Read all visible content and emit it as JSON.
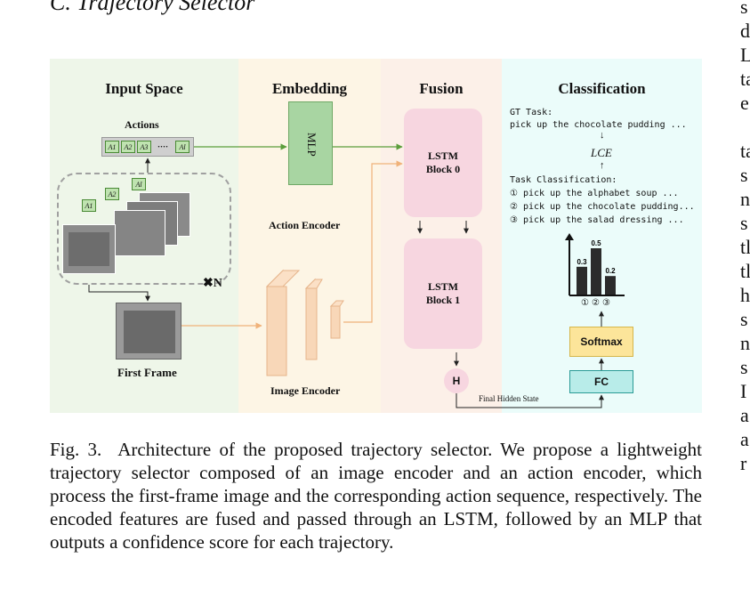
{
  "section_heading": "C.  Trajectory Selector",
  "right_column_fragments": [
    "s",
    "d",
    "L",
    "ta",
    "e",
    "",
    "ta",
    "s",
    "n",
    "s",
    "tl",
    "tl",
    "h",
    "s",
    "n",
    "s",
    "I",
    "a",
    "a",
    "r"
  ],
  "figure": {
    "panels": {
      "input": "Input Space",
      "embedding": "Embedding",
      "fusion": "Fusion",
      "classification": "Classification"
    },
    "actions_label": "Actions",
    "action_tokens": [
      "A1",
      "A2",
      "A3",
      "····",
      "Al"
    ],
    "stack_tokens": [
      "A1",
      "A2",
      "Al"
    ],
    "repeat_label": "✖N",
    "first_frame_label": "First Frame",
    "mlp_label": "MLP",
    "action_encoder_label": "Action Encoder",
    "image_encoder_label": "Image Encoder",
    "lstm0_label": "LSTM\nBlock 0",
    "lstm1_label": "LSTM\nBlock 1",
    "hidden_label": "H",
    "final_hidden_label": "Final Hidden State",
    "gt_task_label": "GT Task:",
    "gt_task_text": "pick up the chocolate pudding ...",
    "loss_label": "LCE",
    "task_classification_label": "Task Classification:",
    "task_options": [
      "① pick up the alphabet soup ...",
      "② pick up the chocolate pudding...",
      "③ pick up the salad dressing ..."
    ],
    "softmax_label": "Softmax",
    "fc_label": "FC",
    "bar_chart": {
      "values": [
        0.3,
        0.5,
        0.2
      ],
      "value_labels": [
        "0.3",
        "0.5",
        "0.2"
      ],
      "category_labels": [
        "①",
        "②",
        "③"
      ]
    },
    "colors": {
      "mlp": "#a8d5a2",
      "lstm": "#f7d6e0",
      "softmax": "#fce59a",
      "fc": "#b8ece9",
      "encoder": "#f8d7b8",
      "arrow_green": "#5c9e3c",
      "arrow_orange": "#f0b27a"
    }
  },
  "caption": {
    "label": "Fig. 3.",
    "text": "Architecture of the proposed trajectory selector. We propose a lightweight trajectory selector composed of an image encoder and an action encoder, which process the first-frame image and the corresponding action sequence, respectively. The encoded features are fused and passed through an LSTM, followed by an MLP that outputs a confidence score for each trajectory."
  }
}
